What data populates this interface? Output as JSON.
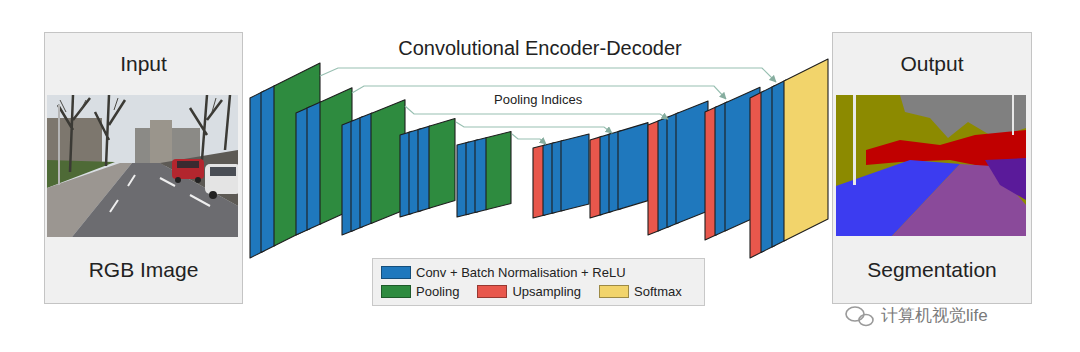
{
  "diagram": {
    "title": "Convolutional Encoder-Decoder",
    "nodes": [
      {
        "text": [
          "Input",
          "RGB Image"
        ]
      },
      {
        "text": [
          "Output",
          "Segmentation"
        ]
      }
    ],
    "labels": [
      "Pooling Indices",
      "计算机视觉life"
    ],
    "legend": [
      {
        "text": "Conv + Batch Normalisation + ReLU",
        "color": "#1f78bd"
      },
      {
        "text": "Pooling",
        "color": "#2e8b3f"
      },
      {
        "text": "Upsampling",
        "color": "#e8574c"
      },
      {
        "text": "Softmax",
        "color": "#f2d46b"
      }
    ]
  }
}
